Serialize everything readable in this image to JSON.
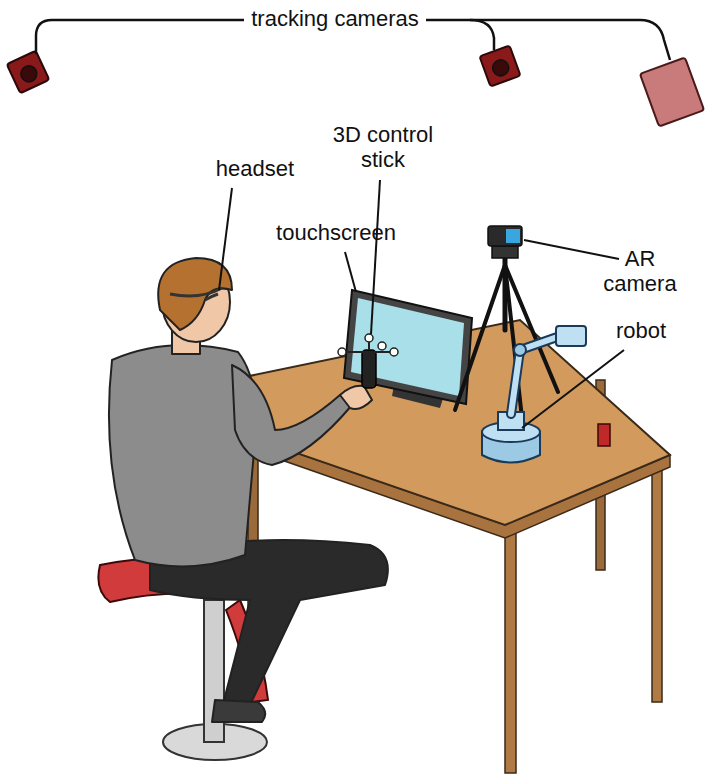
{
  "diagram": {
    "labels": [
      "tracking cameras",
      "headset",
      "3D control stick",
      "touchscreen",
      "AR camera",
      "robot"
    ]
  }
}
